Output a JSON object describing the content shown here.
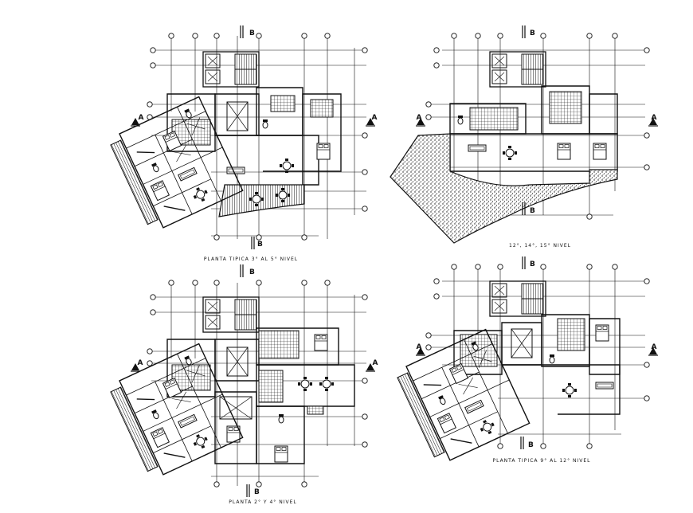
{
  "drawing": {
    "line_color": "#111111",
    "background": "#ffffff",
    "plans": [
      {
        "id": "plan-typical-3-5",
        "caption": "PLANTA TIPICA 3° AL 5° NIVEL",
        "section_marks": [
          "B",
          "B",
          "A",
          "A"
        ]
      },
      {
        "id": "plan-12-14-15",
        "caption": "12°, 14°, 15° NIVEL",
        "section_marks": [
          "B",
          "B",
          "A",
          "A"
        ]
      },
      {
        "id": "plan-2-4",
        "caption": "PLANTA 2° Y 4° NIVEL",
        "section_marks": [
          "B",
          "B",
          "A",
          "A"
        ]
      },
      {
        "id": "plan-typical-9-12",
        "caption": "PLANTA TIPICA 9° AL 12° NIVEL",
        "section_marks": [
          "B",
          "B",
          "A",
          "A"
        ]
      }
    ]
  }
}
